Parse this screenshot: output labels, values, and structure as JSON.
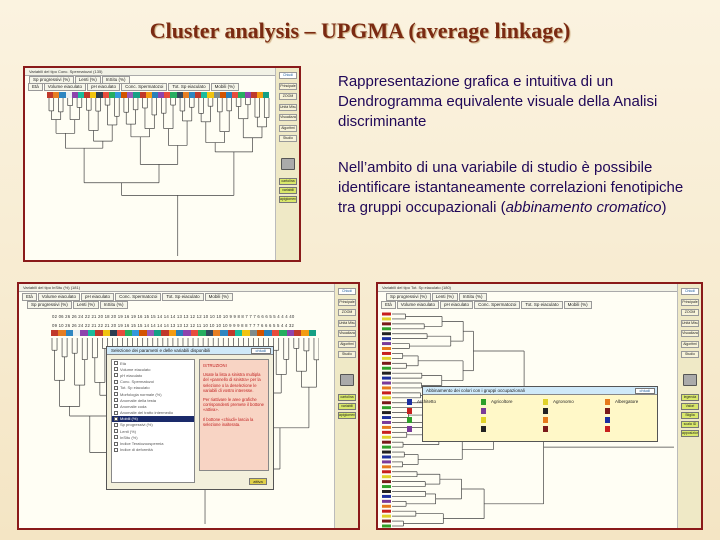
{
  "slide": {
    "title": "Cluster analysis – UPGMA (average linkage)",
    "para1": "Rappresentazione grafica e intuitiva di un Dendrogramma equivalente visuale della Analisi discriminante",
    "para2_main": "Nell’ambito di una variabile di studio è possibile identificare istantaneamente correlazioni fenotipiche tra gruppi occupazionali (",
    "para2_italic": "abbinamento cromatico",
    "para2_end": ")"
  },
  "panel1": {
    "titlebar": "Variabili del tipo Conc. Spermatozoi (135)",
    "tabs_row1": [
      "Sp progressivi (%)",
      "Lenti (%)",
      "InSitu (%)"
    ],
    "tabs_row2": [
      "Età",
      "Volume eiaculato",
      "pH eiaculato",
      "Conc. Spermatozoi",
      "Tot. Sp eiaculato",
      "Mobili (%)"
    ],
    "side_buttons": [
      "Chiudi",
      "Principale",
      "ZOOM",
      "Unità Misura",
      "Visualizza",
      "Algoritmi",
      "Studio"
    ],
    "green_buttons": [
      "cartolina",
      "variabili",
      "apiglomero"
    ]
  },
  "panel2": {
    "titlebar": "Variabili del tipo InSitu (%) (181)",
    "tabs_row1": [
      "Età",
      "Volume eiaculato",
      "pH eiaculato",
      "Conc. Spermatozoi",
      "Tot. Sp eiaculato",
      "Mobili (%)"
    ],
    "tabs_row2": [
      "Sp progressivi (%)",
      "Lenti (%)",
      "InSitu (%)"
    ],
    "numbers_row1": "02 06 26 26 24 22 21 20 18 20 19 16 19 16 15 15 14 14 14 13 13 12 12 10 10 10 10 9 9 8 8 7 7 7 6 6 6 5 5 4 4 4 40",
    "numbers_row2": "09 10 26 26 24 22 21 22 21 20 19 16 15 15 14 14 14 14 13 13 12 12 11 10 10 10 10 9 9 9 8 8 7 7 7 6 6 6 5 5 4 4 32",
    "side_buttons": [
      "Chiudi",
      "Principale",
      "ZOOM",
      "Unità Misura",
      "Visualizza",
      "Algoritmi",
      "Studio"
    ],
    "green_buttons": [
      "cartolina",
      "variabili",
      "apiglomero"
    ],
    "dialog": {
      "title": "Selezione dei parametri e delle variabili disponibili",
      "close": "chiudi",
      "items": [
        "Età",
        "Volume eiaculato",
        "pH eiaculato",
        "Conc. Spermatozoi",
        "Tot. Sp eiaculato",
        "Morfologia normale (%)",
        "Anomalie della testa",
        "Anomalie coda",
        "Anomalie del tratto intermedio",
        "Mobili (%)",
        "Sp progressivi (%)",
        "Lenti (%)",
        "InSitu (%)",
        "Indice Teratozoospermia",
        "Indice di deformità"
      ],
      "highlight_index": 9,
      "instructions": [
        "ISTRUZIONI",
        "Usate la lista a sinistra multipla del «pannello di sinistra» per la selezione o la deselezione le variabili di vostro interesse.",
        "Per riattivare le aree grafiche corrispondenti premete il bottone «attiva».",
        "Il bottone «chiudi» lascia la selezione inalterata."
      ],
      "activate": "attiva"
    }
  },
  "panel3": {
    "titlebar": "Variabili del tipo Tot. Sp eiaculato (180)",
    "tabs_row1": [
      "Sp progressivi (%)",
      "Lenti (%)",
      "InSitu (%)"
    ],
    "tabs_row2": [
      "Età",
      "Volume eiaculato",
      "pH eiaculato",
      "Conc. Spermatozoi",
      "Tot. Sp eiaculato",
      "Mobili (%)"
    ],
    "side_buttons": [
      "Chiudi",
      "Principale",
      "ZOOM",
      "Unità Misura",
      "Visualizza",
      "Algoritmi",
      "Studio"
    ],
    "green_buttons": [
      "legenda",
      "Valori",
      "Stiglia",
      "scala ID",
      "apposizione"
    ],
    "legend": {
      "title": "Abbinamento dei colori con i gruppi occupazionali",
      "close": "chiudi",
      "groups": [
        "Architetto",
        "Agricoltore",
        "Agronomo",
        "Albergatore"
      ],
      "colors": [
        "#1c2fa0",
        "#c8201e",
        "#2ea02a",
        "#7a3a9a",
        "#e0d22a",
        "#222222",
        "#e67a1a",
        "#7a1a1a"
      ]
    }
  },
  "strip_colors": [
    "#c0392b",
    "#e67e22",
    "#2e86c1",
    "#ecf0f1",
    "#8e44ad",
    "#1abc9c",
    "#c0392b",
    "#f1c40f",
    "#2c3e50",
    "#e74c3c",
    "#27ae60",
    "#3498db",
    "#d35400",
    "#9b59b6",
    "#16a085",
    "#c0392b",
    "#f39c12",
    "#2980b9",
    "#8e44ad",
    "#e74c3c",
    "#27ae60",
    "#34495e",
    "#e67e22",
    "#2e86c1",
    "#c0392b",
    "#1abc9c",
    "#f1c40f",
    "#7f8c8d",
    "#d35400",
    "#2980b9",
    "#e74c3c",
    "#27ae60",
    "#8e44ad",
    "#c0392b",
    "#f39c12",
    "#16a085"
  ]
}
